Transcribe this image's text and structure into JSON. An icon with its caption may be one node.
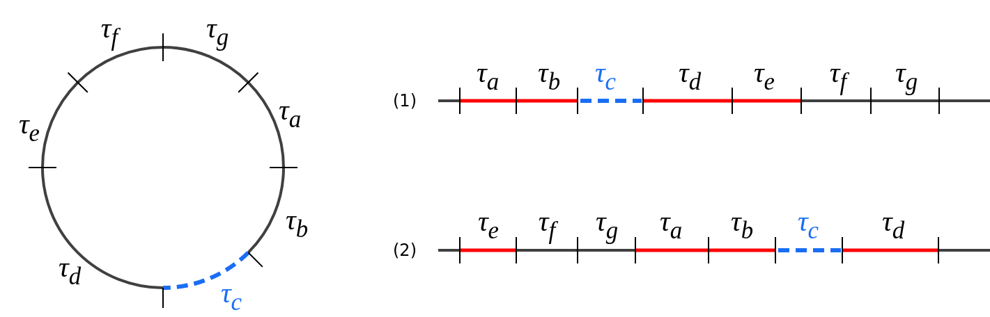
{
  "diagram": {
    "labels": [
      "τ$_{f}$",
      "τ$_{g}$",
      "τ$_{a}$",
      "τ$_{e}$",
      "τ$_{b}$",
      "τ$_{d}$",
      "τ$_{c}$",
      "τ$_{a}$",
      "τ$_{b}$",
      "τ$_{c}$",
      "τ$_{d}$",
      "τ$_{e}$",
      "τ$_{f}$",
      "τ$_{g}$",
      "(1)",
      "τ$_{e}$",
      "τ$_{f}$",
      "τ$_{g}$",
      "τ$_{a}$",
      "τ$_{b}$",
      "τ$_{c}$",
      "τ$_{d}$",
      "(2)"
    ]
  }
}
